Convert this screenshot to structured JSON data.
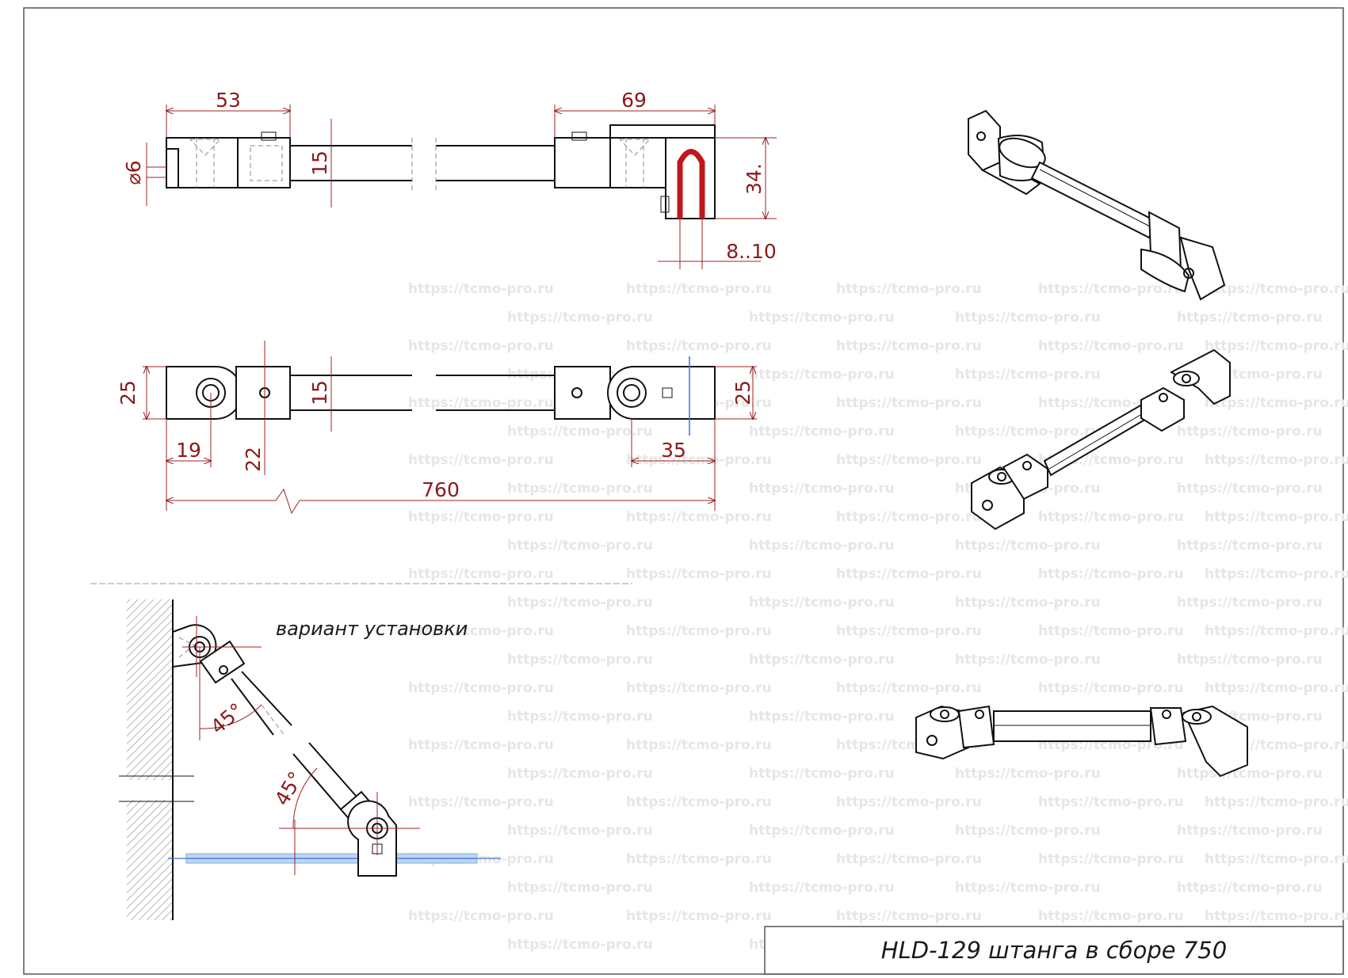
{
  "dimensions": {
    "d53": "53",
    "d69": "69",
    "phi6": "⌀6",
    "d15_top": "15",
    "d34": "34.",
    "d8_10": "8..10",
    "d25_left": "25",
    "d15_mid": "15",
    "d25_right": "25",
    "d19": "19",
    "d22": "22",
    "d35": "35",
    "d760": "760",
    "angle_top": "45°",
    "angle_bottom": "45°"
  },
  "install_label": "вариант установки",
  "title_block": {
    "title": "HLD-129 штанга в сборе 750"
  },
  "watermark": "https://tcmo-pro.ru",
  "colors": {
    "dimension": "#8b1a1a",
    "glass": "#bcd6f0",
    "gasket": "#c0171c",
    "watermark": "#e6e6e6"
  }
}
